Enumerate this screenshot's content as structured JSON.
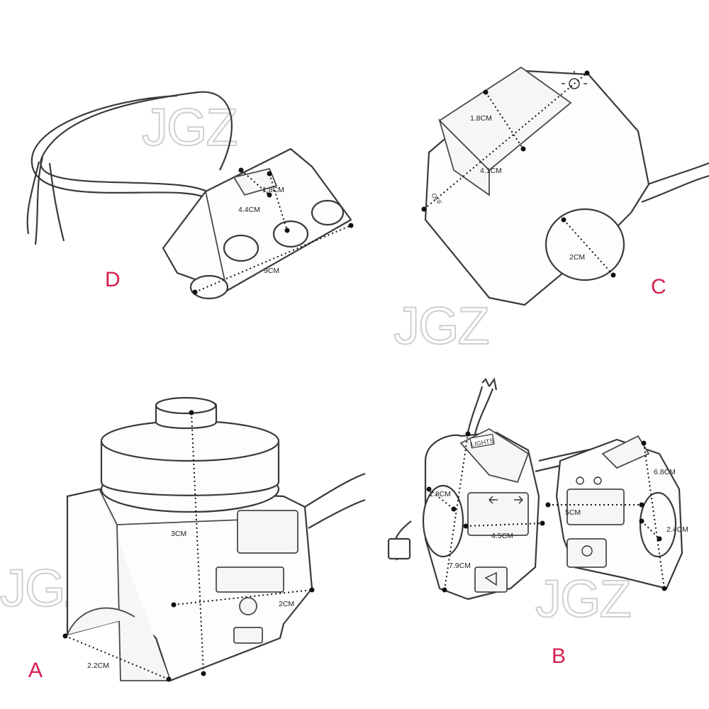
{
  "watermark": "JGZ",
  "colors": {
    "label": "#d6204f",
    "line": "#3a3a3a",
    "watermark": "#cfcfcf"
  },
  "panels": {
    "d": {
      "label": "D",
      "dims": [
        "1.8CM",
        "4.4CM",
        "9CM"
      ]
    },
    "c": {
      "label": "C",
      "icon_text": "OFF",
      "dims": [
        "1.8CM",
        "4.1CM",
        "2CM"
      ]
    },
    "a": {
      "label": "A",
      "dims": [
        "3CM",
        "2CM",
        "2.2CM"
      ]
    },
    "b": {
      "label": "B",
      "lights_text": "LIGHTS",
      "dims": [
        "1.8CM",
        "6.8CM",
        "5CM",
        "4.5CM",
        "2.4CM",
        "7.9CM"
      ]
    }
  }
}
